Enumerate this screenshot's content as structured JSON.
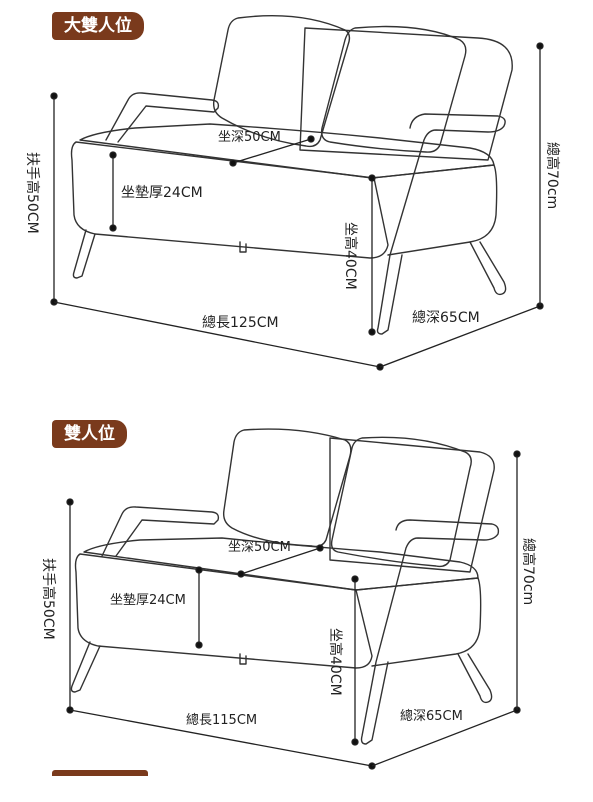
{
  "panels": [
    {
      "badge": "大雙人位",
      "armrest_height": "扶手高50CM",
      "cushion_thickness": "坐墊厚24CM",
      "seat_depth": "坐深50CM",
      "seat_height": "坐高40CM",
      "total_length": "總長125CM",
      "total_depth": "總深65CM",
      "total_height": "總高70cm"
    },
    {
      "badge": "雙人位",
      "armrest_height": "扶手高50CM",
      "cushion_thickness": "坐墊厚24CM",
      "seat_depth": "坐深50CM",
      "seat_height": "坐高40CM",
      "total_length": "總長115CM",
      "total_depth": "總深65CM",
      "total_height": "總高70cm"
    }
  ],
  "colors": {
    "badge_bg": "#7a3a1c",
    "line": "#222222"
  }
}
